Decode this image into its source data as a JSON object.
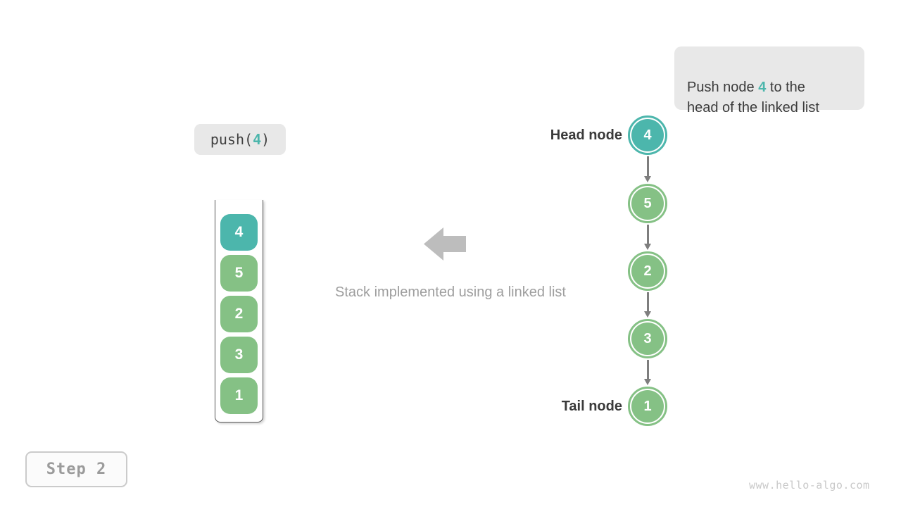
{
  "colors": {
    "teal": "#4cb6ac",
    "green": "#85c185",
    "arrow_gray": "#7e7e7e",
    "big_arrow_gray": "#bdbdbd",
    "caption_gray": "#9e9e9e",
    "box_gray": "#e8e8e8",
    "dark_text": "#3b3b3b"
  },
  "callout": {
    "text_before": "Push node ",
    "highlight": "4",
    "text_after": " to the\nhead of the linked list"
  },
  "operation": {
    "text_before": "push(",
    "highlight": "4",
    "text_after": ")"
  },
  "stack": {
    "items": [
      {
        "value": "4",
        "color": "teal"
      },
      {
        "value": "5",
        "color": "green"
      },
      {
        "value": "2",
        "color": "green"
      },
      {
        "value": "3",
        "color": "green"
      },
      {
        "value": "1",
        "color": "green"
      }
    ]
  },
  "caption": {
    "text": "Stack implemented using a linked list"
  },
  "linked_list": {
    "head_label": "Head node",
    "tail_label": "Tail node",
    "nodes": [
      {
        "value": "4",
        "color": "teal"
      },
      {
        "value": "5",
        "color": "green"
      },
      {
        "value": "2",
        "color": "green"
      },
      {
        "value": "3",
        "color": "green"
      },
      {
        "value": "1",
        "color": "green"
      }
    ]
  },
  "step": {
    "label": "Step 2"
  },
  "watermark": {
    "text": "www.hello-algo.com"
  }
}
